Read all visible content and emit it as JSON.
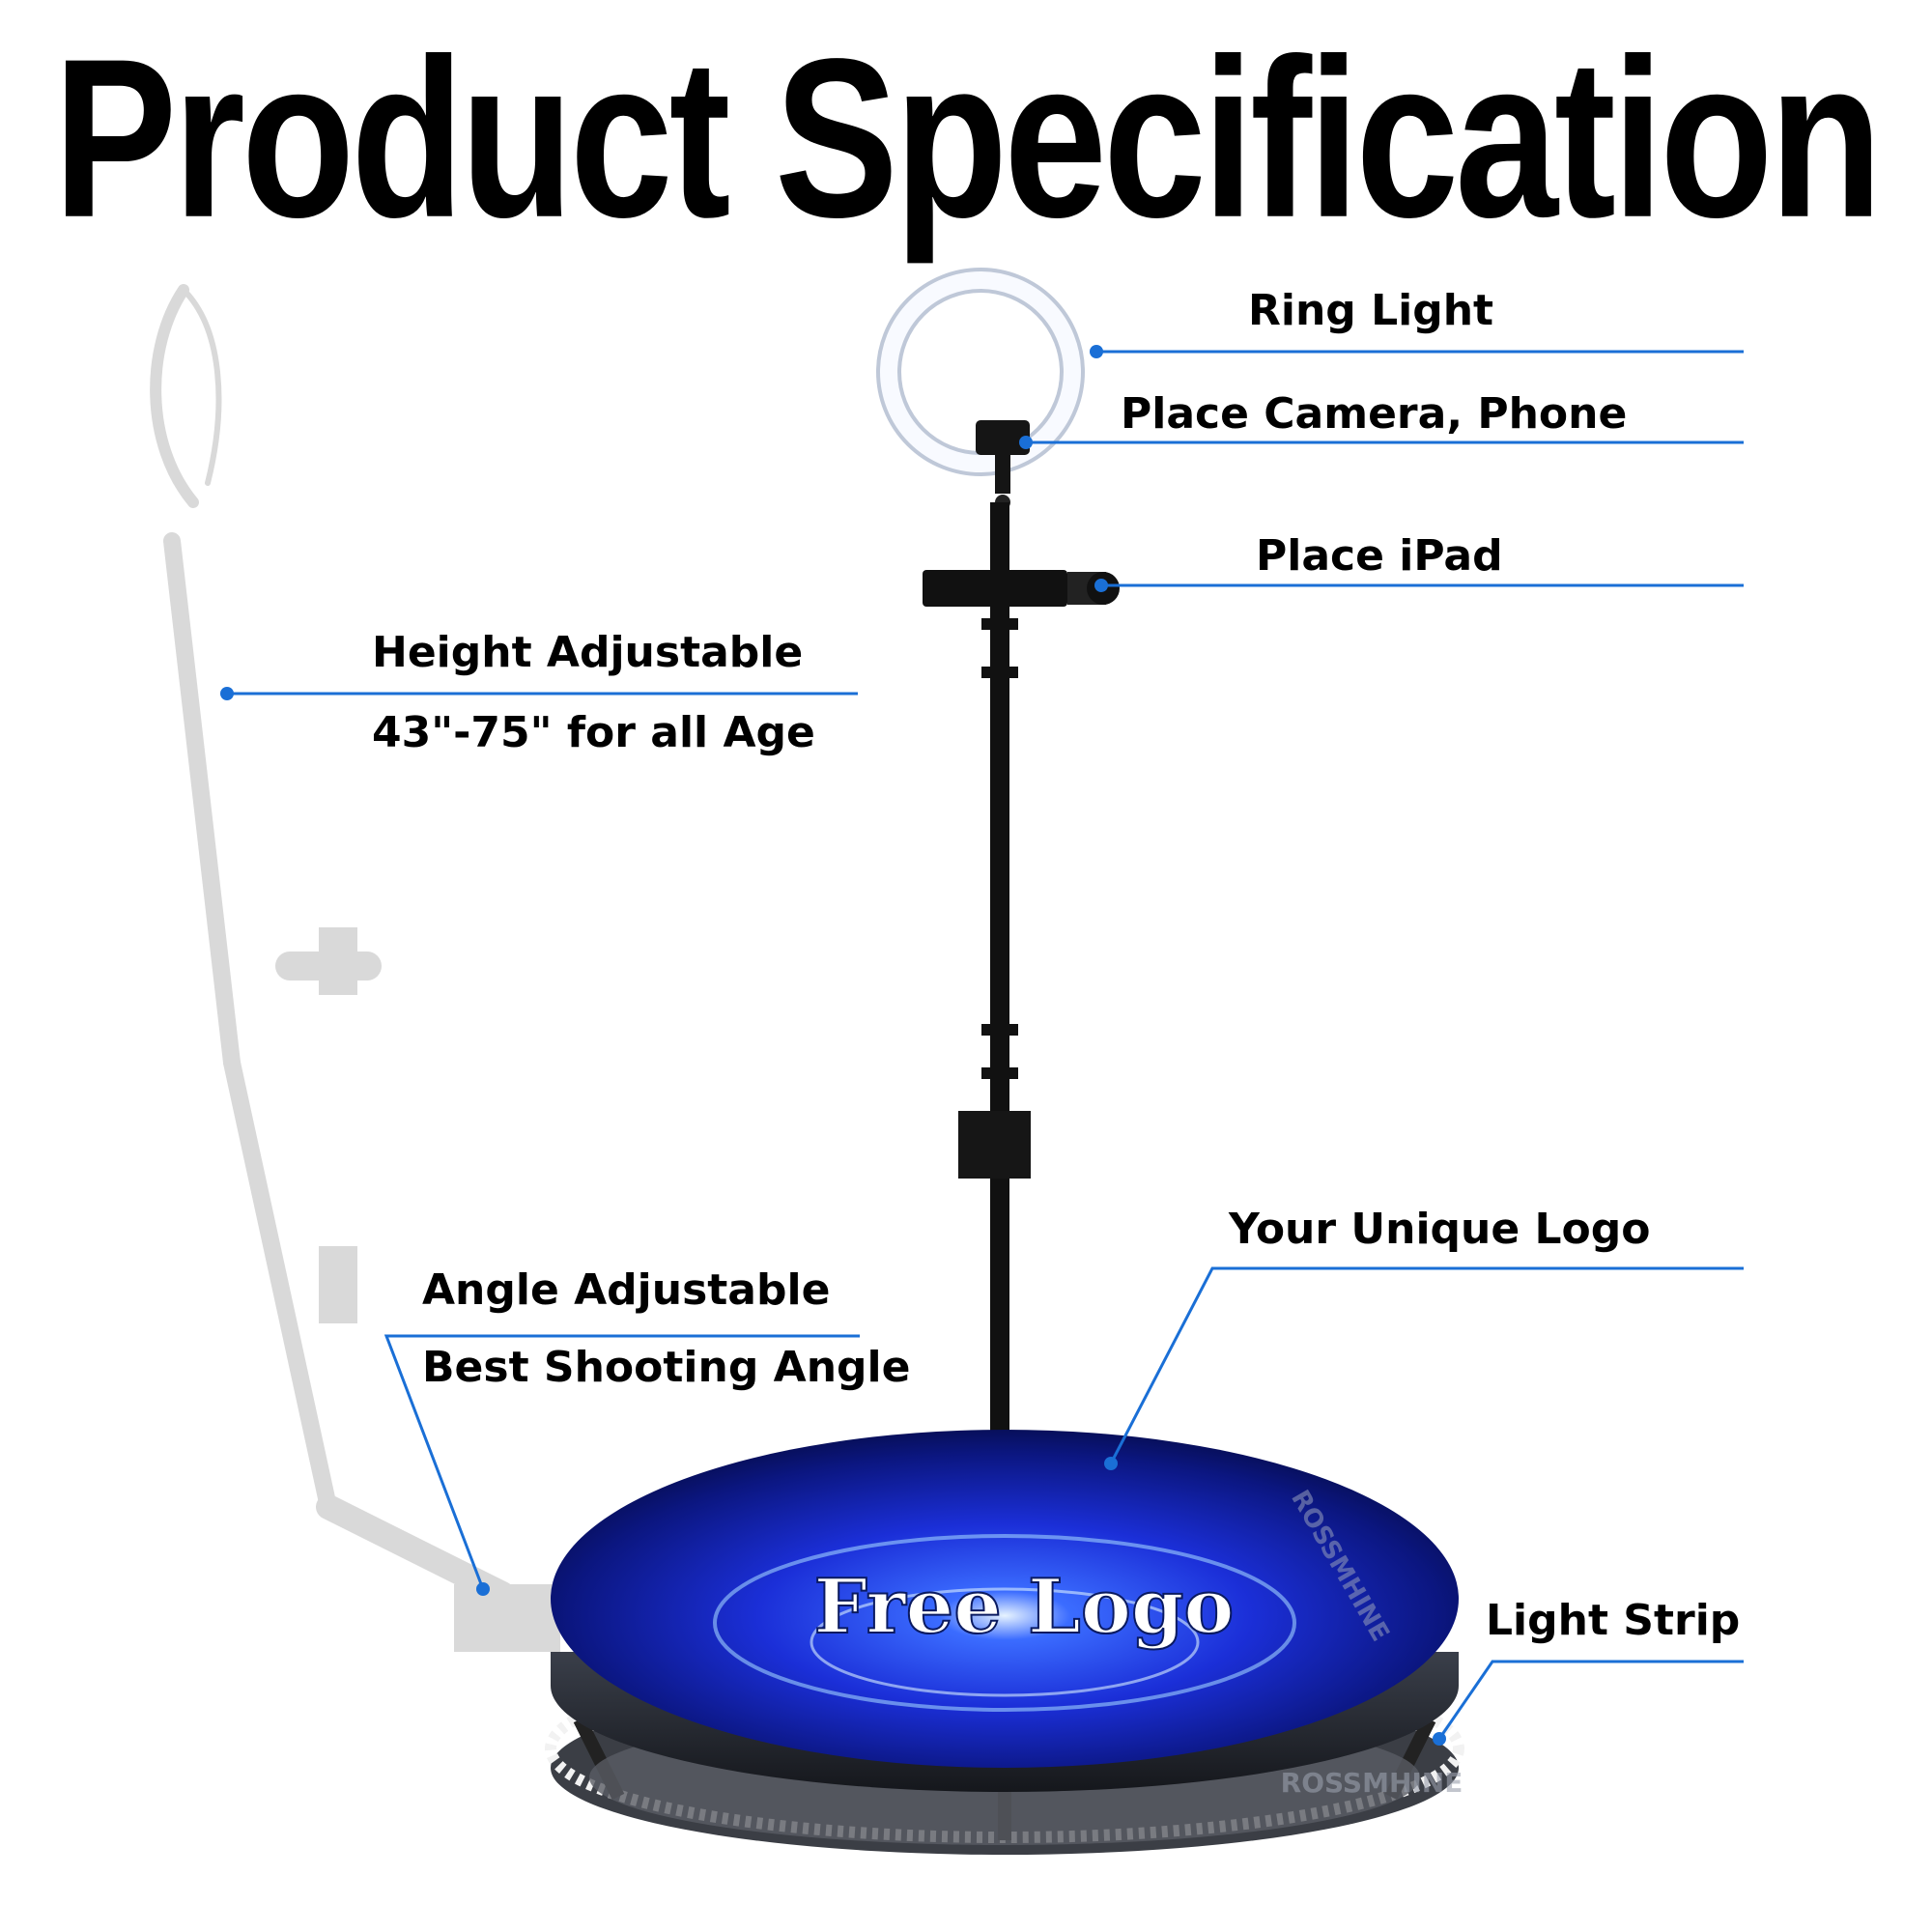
{
  "title": "Product Specification",
  "callouts": {
    "ring_light": "Ring Light",
    "place_camera": "Place Camera, Phone",
    "place_ipad": "Place iPad",
    "height_adjustable": "Height Adjustable",
    "height_range": "43\"-75\" for all Age",
    "unique_logo": "Your Unique Logo",
    "angle_adjustable": "Angle Adjustable",
    "best_angle": "Best Shooting  Angle",
    "light_strip": "Light Strip"
  },
  "platform": {
    "logo_text": "Free Logo",
    "watermark": "ROSSMHINE"
  },
  "colors": {
    "callout_line": "#1a6fd6",
    "platform_blue": "#1b2fd8",
    "stand": "#111111",
    "ghost_stand": "#d9d9d9"
  }
}
